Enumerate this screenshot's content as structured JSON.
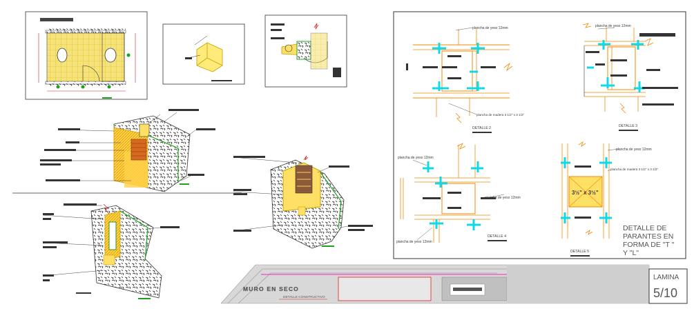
{
  "sheet": {
    "lamina_label": "LAMINA",
    "lamina_number": "5/10",
    "project_title": "MURO EN SECO",
    "project_subtitle": "DETALLE CONSTRUCTIVO"
  },
  "details": {
    "d2": {
      "title": "DETALLE 2",
      "top_label": "plancha de yeso 12mm",
      "bottom_label": "plancha de madera 3 1/2\" x 3 1/2\""
    },
    "d3": {
      "title": "DETALLE 3",
      "top_label": "plancha de yeso 12mm"
    },
    "d4": {
      "title": "DETALLE 4",
      "top_label": "plancha de yeso 12mm",
      "mid_label": "plancha de yeso 12mm",
      "bottom_label": "plancha de yeso 12mm"
    },
    "d5": {
      "title": "DETALLE 5",
      "top_label": "plancha de yeso 12mm",
      "mid_label": "plancha de madera 3 1/2\" x 3 1/2\"",
      "section_label": "3½\" x 3½\""
    }
  },
  "note": {
    "line1": "DETALLE DE",
    "line2": "PARANTES EN",
    "line3": "FORMA DE \"T \"",
    "line4": "Y \"L\""
  },
  "colors": {
    "yellow": "#f2c200",
    "orange": "#f08a00",
    "cyan": "#10d8e8",
    "green": "#10a020",
    "magenta": "#ff20c0",
    "red": "#e02020",
    "dark": "#3a2a2a"
  }
}
